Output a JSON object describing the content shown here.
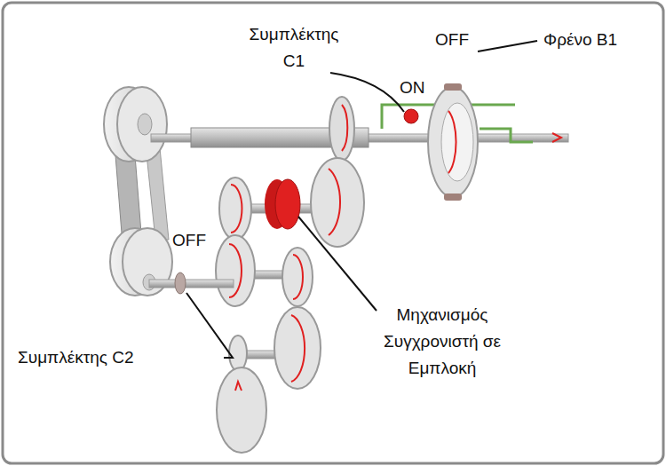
{
  "diagram": {
    "labels": [
      "Συμπλέκτης C1",
      "ON",
      "OFF",
      "Φρένο B1",
      "OFF",
      "Συμπλέκτης C2",
      "Μηχανισμός Συγχρονιστή σε Εμπλοκή"
    ]
  }
}
